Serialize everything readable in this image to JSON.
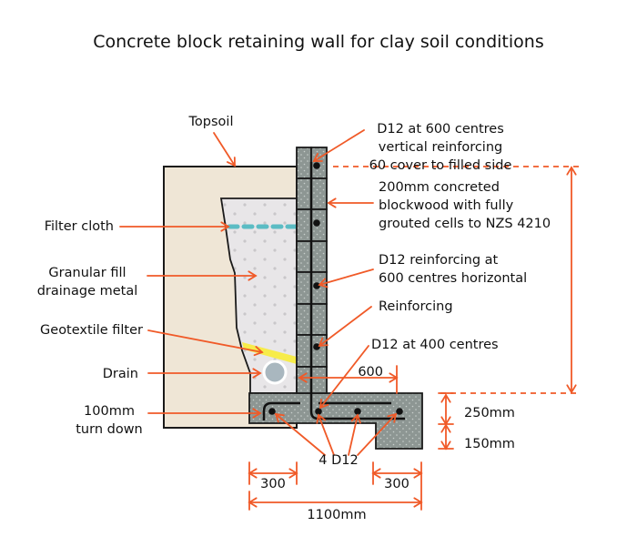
{
  "title": "Concrete block retaining wall for clay soil conditions",
  "colors": {
    "annotation": "#f05a28",
    "topsoil": "#efe6d6",
    "fill": "#e8e6e8",
    "concrete": "#8d9693",
    "filter_cloth": "#5bbcc4",
    "geotextile": "#f7ec4a",
    "drain": "#a9b7bf",
    "outline": "#1a1a1a"
  },
  "labels": {
    "topsoil": "Topsoil",
    "filter_cloth": "Filter cloth",
    "granular_fill": [
      "Granular fill",
      "drainage metal"
    ],
    "geotextile_filter": "Geotextile filter",
    "drain": "Drain",
    "turn_down": [
      "100mm",
      "turn down"
    ],
    "vertical_reinforcing": [
      "D12 at 600 centres",
      "vertical reinforcing",
      "60 cover to filled side"
    ],
    "blockwork": [
      "200mm concreted",
      "blockwood with fully",
      "grouted cells to NZS 4210"
    ],
    "horizontal_reinforcing": [
      "D12 reinforcing at",
      "600 centres horizontal"
    ],
    "reinforcing": "Reinforcing",
    "d12_400": "D12 at 400 centres",
    "bars": "4 D12"
  },
  "dimensions": {
    "heel_600": "600",
    "footing_thickness": "250mm",
    "key_depth": "150mm",
    "left_300": "300",
    "right_300": "300",
    "total_width": "1100mm"
  }
}
